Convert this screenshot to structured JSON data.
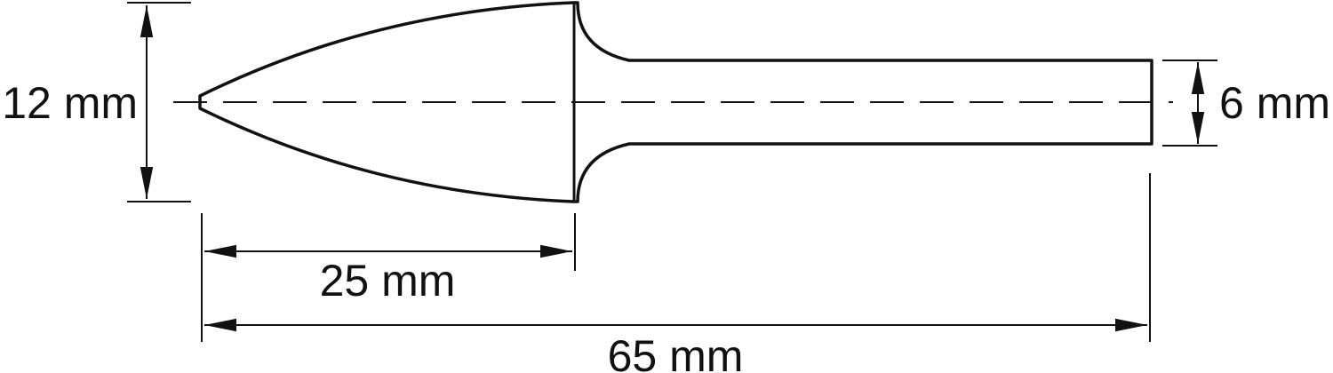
{
  "diagram": {
    "colors": {
      "line": "#111111",
      "background": "#ffffff"
    },
    "dimensions": {
      "head_diameter": "12 mm",
      "shank_diameter": "6 mm",
      "head_length": "25 mm",
      "overall_length": "65 mm"
    }
  }
}
